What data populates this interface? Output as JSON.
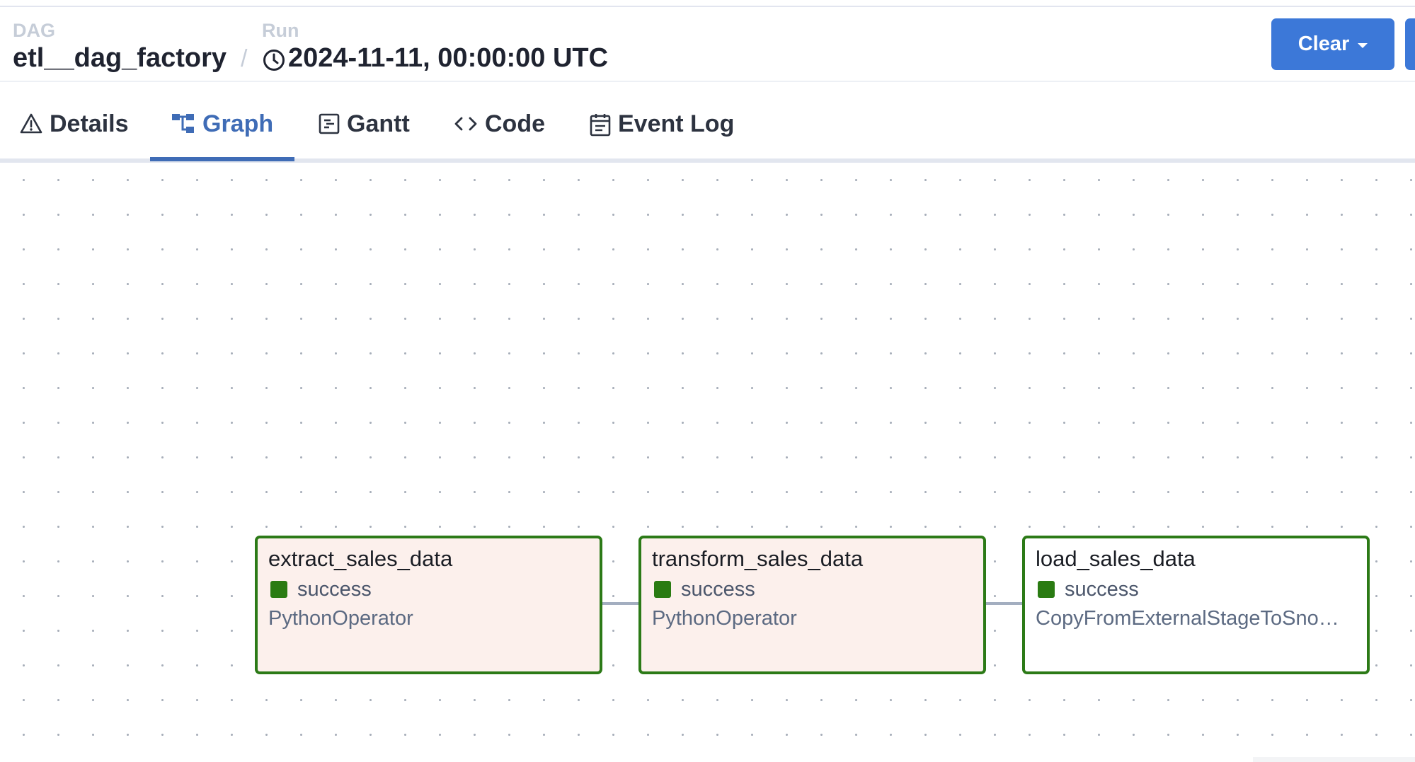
{
  "header": {
    "dag_label": "DAG",
    "dag_id": "etl__dag_factory",
    "separator": "/",
    "run_label": "Run",
    "run_id": "2024-11-11, 00:00:00 UTC",
    "clear_button": "Clear"
  },
  "tabs": [
    {
      "label": "Details",
      "icon": "warning-triangle-icon"
    },
    {
      "label": "Graph",
      "icon": "graph-icon",
      "active": true
    },
    {
      "label": "Gantt",
      "icon": "gantt-icon"
    },
    {
      "label": "Code",
      "icon": "code-icon"
    },
    {
      "label": "Event Log",
      "icon": "calendar-icon"
    }
  ],
  "graph": {
    "nodes": [
      {
        "name": "extract_sales_data",
        "status": "success",
        "operator": "PythonOperator"
      },
      {
        "name": "transform_sales_data",
        "status": "success",
        "operator": "PythonOperator"
      },
      {
        "name": "load_sales_data",
        "status": "success",
        "operator": "CopyFromExternalStageToSno…"
      }
    ]
  },
  "colors": {
    "accent": "#3c78d8",
    "active_tab": "#3f6cb6",
    "success": "#2a7b12",
    "node_fill": "#fcf0ec"
  }
}
